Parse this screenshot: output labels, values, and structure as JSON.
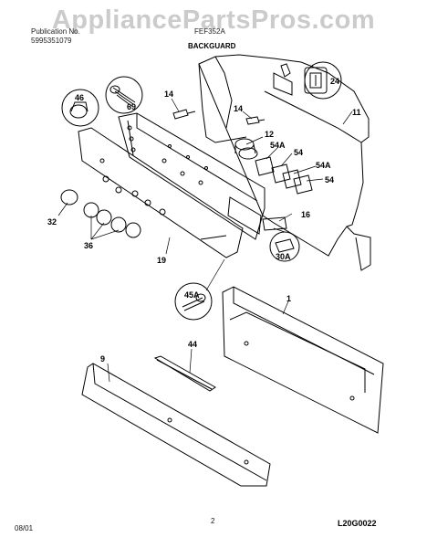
{
  "watermark": "AppliancePartsPros.com",
  "header": {
    "line1_left": "Publication No.",
    "line2_left": "5995351079",
    "model": "FEF352A",
    "section": "BACKGUARD"
  },
  "callouts": [
    "46",
    "69",
    "14",
    "14",
    "24",
    "11",
    "12",
    "54A",
    "54",
    "54A",
    "54",
    "16",
    "32",
    "36",
    "19",
    "30A",
    "45A",
    "1",
    "9",
    "44"
  ],
  "footer": {
    "date": "08/01",
    "page": "2",
    "diagram_code": "L20G0022"
  }
}
